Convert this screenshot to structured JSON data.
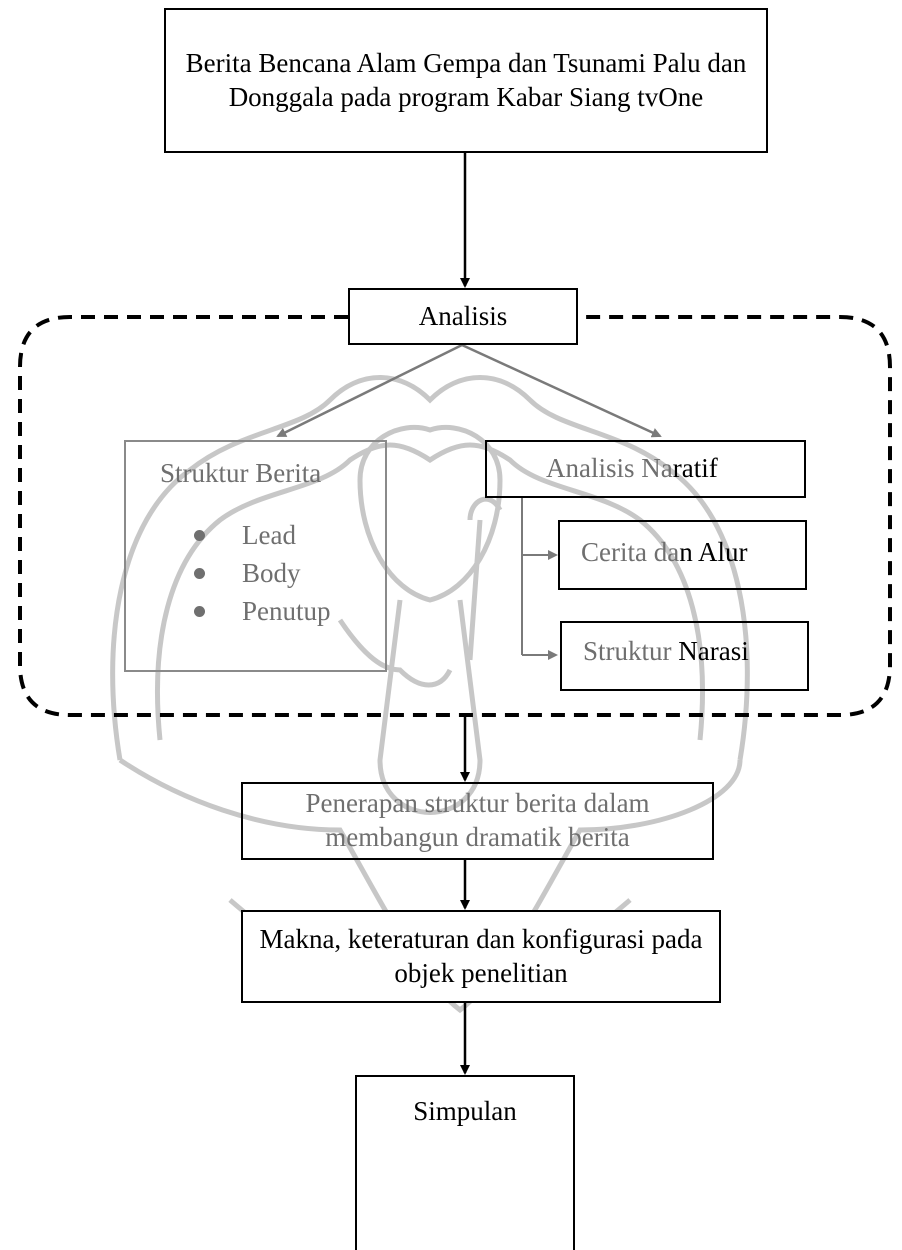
{
  "nodes": {
    "source": "Berita Bencana Alam Gempa dan Tsunami Palu dan Donggala pada program Kabar Siang tvOne",
    "analysis": "Analisis",
    "news_structure": {
      "title": "Struktur Berita",
      "items": [
        "Lead",
        "Body",
        "Penutup"
      ]
    },
    "narrative_analysis": {
      "title_faded": "Analisis Na",
      "title_rest": "ratif",
      "children": [
        {
          "faded": "Cerita da",
          "rest": "n Alur"
        },
        {
          "faded": "Struktur",
          "rest": " Narasi"
        }
      ]
    },
    "application": "Penerapan struktur berita dalam membangun dramatik berita",
    "meaning": "Makna, keteraturan dan konfigurasi pada objek penelitian",
    "conclusion": "Simpulan"
  },
  "watermark": {
    "icon": "university-emblem-watermark-icon",
    "color": "#8a8a8a"
  },
  "colors": {
    "line": "#000000",
    "faded_line": "#7a7a7a",
    "faded_text": "#6f6f6f"
  }
}
